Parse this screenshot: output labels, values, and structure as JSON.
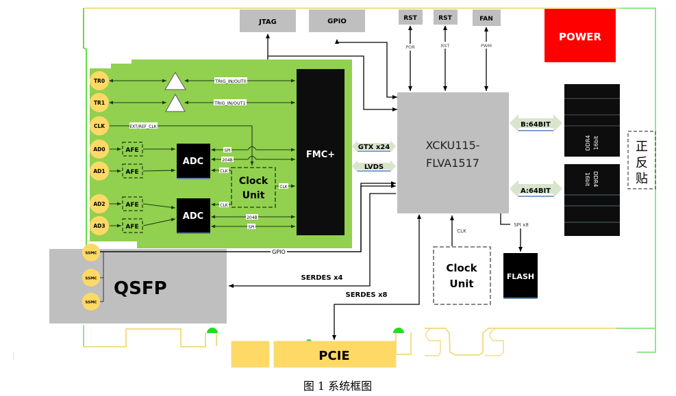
{
  "diagram": {
    "caption": "图 1 系统框图",
    "top_connectors": {
      "jtag": "JTAG",
      "gpio": "GPIO",
      "rst1": "RST",
      "rst2": "RST",
      "fan": "FAN"
    },
    "power": "POWER",
    "signals_top": {
      "por": "POR",
      "rst": "RST",
      "pwm": "PWM"
    },
    "fpga": {
      "line1": "XCKU115-",
      "line2": "FLVA1517"
    },
    "fmc_board": {
      "ports": [
        "TR0",
        "TR1",
        "CLK",
        "AD0",
        "AD1",
        "AD2",
        "AD3"
      ],
      "afe": "AFE",
      "adc": "ADC",
      "clock_unit": {
        "line1": "Clock",
        "line2": "Unit"
      },
      "fmc": "FMC+",
      "signals": {
        "trig0": "TRIG_IN/OUT0",
        "trig1": "TRIG_IN/OUT1",
        "ext_clk": "EXT/REF_CLK",
        "spi": "SPI",
        "jesd": "204B",
        "clk": "CLK"
      }
    },
    "links": {
      "gtx": "GTX x24",
      "lvds": "LVDS",
      "ddr_b": "B:64BIT",
      "ddr_a": "A:64BIT"
    },
    "ddr": {
      "line1": "DDR4",
      "line2": "16bit"
    },
    "side_note": [
      "正",
      "反",
      "贴"
    ],
    "qsfp": {
      "label": "QSFP",
      "ssmc": [
        "SSMC",
        "SSMC",
        "SSMC"
      ]
    },
    "bottom_signals": {
      "gpio": "GPIO",
      "serdes4": "SERDES x4",
      "serdes8": "SERDES x8",
      "clk": "CLK",
      "spi": "SPI x8"
    },
    "clock_unit_main": {
      "line1": "Clock",
      "line2": "Unit"
    },
    "flash": "FLASH",
    "pcie": "PCIE",
    "colors": {
      "board_green": "#92d050",
      "outline_green": "#7ee07e",
      "outline_yellow": "#f2dc8a",
      "connector_gray": "#bfbfbf",
      "power_red": "#ff0000",
      "port_yellow": "#ffd966",
      "chip_black": "#0d0d0d",
      "pcie_gold": "#ffd966"
    }
  }
}
